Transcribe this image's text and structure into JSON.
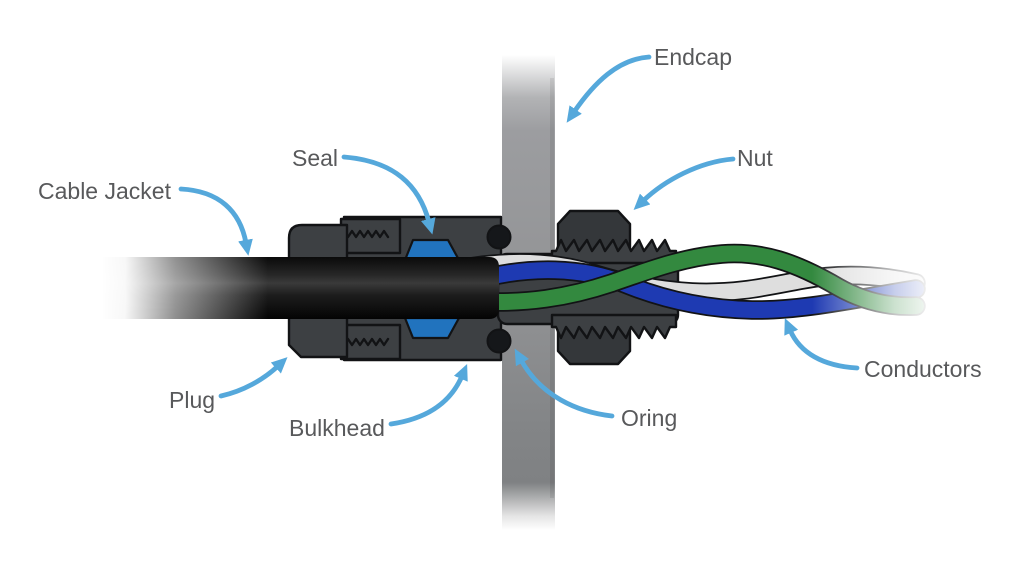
{
  "diagram": {
    "type": "labeled_illustration",
    "subject": "Cable gland bulkhead penetrator cross-section",
    "background": "#ffffff",
    "labels": {
      "cable_jacket": "Cable Jacket",
      "seal": "Seal",
      "endcap": "Endcap",
      "nut": "Nut",
      "plug": "Plug",
      "bulkhead": "Bulkhead",
      "oring": "Oring",
      "conductors": "Conductors"
    },
    "colors": {
      "label_gray": "#58595b",
      "arrow_blue": "#55a8db",
      "body_gray": "#3d4043",
      "nut_gray": "#34373a",
      "outline_black": "#121315",
      "seal_blue": "#2173be",
      "endcap_gray": "#97989a",
      "cable_black": "#161616",
      "wire_blue": "#1e3ab2",
      "wire_green": "#33893f",
      "wire_white": "#dedede"
    }
  }
}
